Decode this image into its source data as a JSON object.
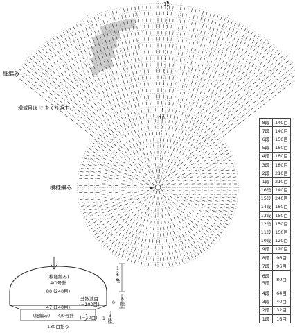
{
  "labels": {
    "edge_stitch": "細編み",
    "repeat_note": "増減目は ♡ をくり返す",
    "pattern_stitch": "模様編み",
    "top_mark": "12",
    "round_num_10": "10"
  },
  "schematic": {
    "pattern_title": "(模様編み)",
    "pattern_needle": "4/0号針",
    "pattern_count": "80 (240目)",
    "decrease_label": "分散減目",
    "decrease_count": "(−100目)",
    "band_count": "47 (140目)",
    "edge_title": "(細編み)",
    "edge_needle": "4/0号針",
    "edge_decrease": "(−10目)",
    "cast_on": "130目拾う",
    "side_rows": [
      "12",
      "16",
      "段"
    ],
    "side_6": "6",
    "side_8": "8段",
    "side_1": "1",
    "side_3": "3段"
  },
  "table": {
    "rows": [
      {
        "round": "8段",
        "count": "140目"
      },
      {
        "round": "7段",
        "count": "140目"
      },
      {
        "round": "6段",
        "count": "150目"
      },
      {
        "round": "5段",
        "count": "160目"
      },
      {
        "round": "4段",
        "count": "180目"
      },
      {
        "round": "3段",
        "count": "180目"
      },
      {
        "round": "2段",
        "count": "210目"
      },
      {
        "round": "1段",
        "count": "210目"
      },
      {
        "round": "16段",
        "count": "240目"
      },
      {
        "round": "15段",
        "count": "240目"
      },
      {
        "round": "14段",
        "count": "180目"
      },
      {
        "round": "13段",
        "count": "150目"
      },
      {
        "round": "12段",
        "count": "150目"
      },
      {
        "round": "11段",
        "count": "150目"
      },
      {
        "round": "10段",
        "count": "120目"
      },
      {
        "round": "9段",
        "count": "120目"
      },
      {
        "round": "8段",
        "count": "96目"
      },
      {
        "round": "7段",
        "count": "96目"
      },
      {
        "round": "6段\n5段",
        "count": "80目",
        "tall": true
      },
      {
        "round": "4段",
        "count": "64目"
      },
      {
        "round": "3段",
        "count": "40目"
      },
      {
        "round": "2段",
        "count": "32目"
      },
      {
        "round": "1段",
        "count": "16目"
      }
    ]
  },
  "colors": {
    "ink": "#2a2a2a",
    "highlight": "#bdbdbd",
    "heart": "#9a9a9a"
  }
}
